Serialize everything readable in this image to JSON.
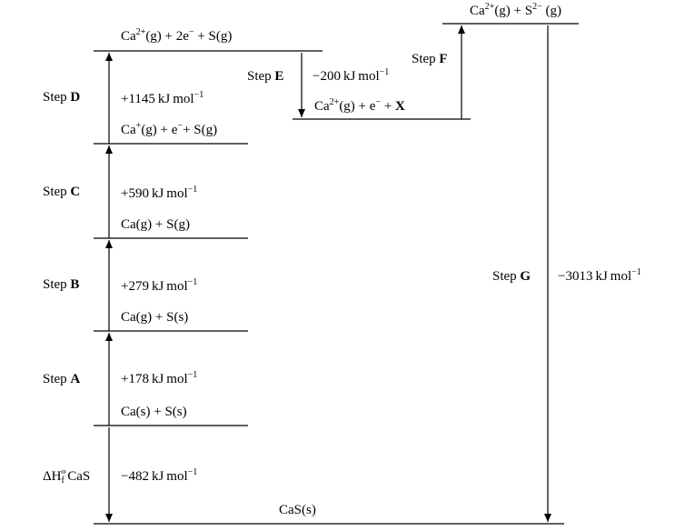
{
  "levels": {
    "ca2_s2": {
      "pre": "Ca",
      "sup1": "2+",
      "mid": "(g) + S",
      "sup2": "2−",
      "post": " (g)"
    },
    "ca2_2e_s": {
      "pre": "Ca",
      "sup1": "2+",
      "mid": "(g) + 2e",
      "sup2": "−",
      "post": " + S(g)"
    },
    "ca2_e_x": {
      "pre": "Ca",
      "sup1": "2+",
      "mid": "(g) + e",
      "sup2": "−",
      "post": " + ",
      "bold": "X"
    },
    "ca_plus_e_s": {
      "pre": "Ca",
      "sup1": "+",
      "mid": "(g) + e",
      "sup2": "−",
      "post": "+ S(g)"
    },
    "ca_g_s_g": "Ca(g) + S(g)",
    "ca_g_s_s": "Ca(g) + S(s)",
    "ca_s_s_s": "Ca(s) + S(s)",
    "cas_s": "CaS(s)"
  },
  "steps": {
    "step_word": "Step",
    "A": {
      "letter": "A",
      "value": "+178 kJ mol",
      "exp": "−1"
    },
    "B": {
      "letter": "B",
      "value": "+279 kJ mol",
      "exp": "−1"
    },
    "C": {
      "letter": "C",
      "value": "+590 kJ mol",
      "exp": "−1"
    },
    "D": {
      "letter": "D",
      "value": "+1145 kJ mol",
      "exp": "−1"
    },
    "E": {
      "letter": "E",
      "value": "−200 kJ mol",
      "exp": "−1"
    },
    "F": {
      "letter": "F"
    },
    "G": {
      "letter": "G",
      "value": "−3013 kJ mol",
      "exp": "−1"
    }
  },
  "formation": {
    "delta": "ΔH",
    "sub": "f",
    "standard": "⦵",
    "species": "CaS",
    "value": "−482 kJ mol",
    "exp": "−1"
  },
  "colors": {
    "ink": "#000000",
    "background": "#ffffff"
  }
}
